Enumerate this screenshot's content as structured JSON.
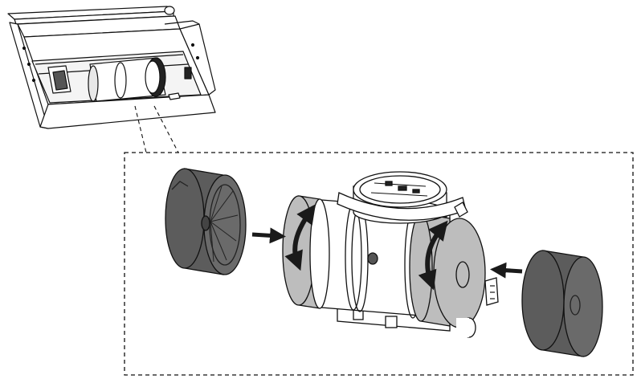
{
  "diagram": {
    "kind": "installation-illustration",
    "colors": {
      "line": "#111111",
      "filter_dark": "#5c5c5c",
      "filter_face": "#666666",
      "panel_gray": "#bdbdbd",
      "arrow": "#1a1a1a",
      "background": "#ffffff"
    },
    "parts": [
      {
        "id": "cooker-hood",
        "icon": "hood-drawing"
      },
      {
        "id": "detail-frame",
        "icon": "dashed-callout"
      },
      {
        "id": "left-carbon-filter",
        "icon": "filter-cylinder"
      },
      {
        "id": "motor-blower",
        "icon": "blower-housing"
      },
      {
        "id": "right-carbon-filter",
        "icon": "filter-cylinder"
      }
    ],
    "arrows": [
      {
        "id": "insert-left",
        "direction": "right"
      },
      {
        "id": "rotate-left",
        "direction": "rotate"
      },
      {
        "id": "rotate-right",
        "direction": "rotate"
      },
      {
        "id": "insert-right",
        "direction": "left"
      }
    ]
  }
}
